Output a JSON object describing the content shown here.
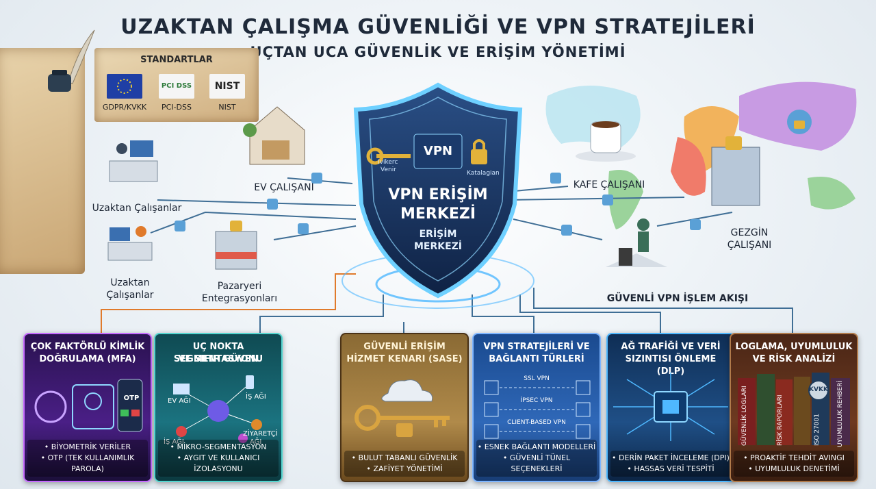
{
  "header": {
    "title": "UZAKTAN ÇALIŞMA GÜVENLİĞİ VE VPN STRATEJİLERİ",
    "subtitle": "UÇTAN UCA GÜVENLİK VE ERİŞİM YÖNETİMİ"
  },
  "standards": {
    "title": "STANDARTLAR",
    "items": [
      {
        "label": "GDPR/KVKK"
      },
      {
        "label": "PCI-DSS",
        "logo": "PCI DSS"
      },
      {
        "label": "NIST",
        "logo": "NIST"
      }
    ]
  },
  "hub": {
    "title_line1": "VPN ERİŞİM",
    "title_line2": "MERKEZİ",
    "sub_line1": "ERİŞİM",
    "sub_line2": "MERKEZİ",
    "badge": "VPN",
    "small_left1": "Ivikerc",
    "small_left2": "Venir",
    "small_right": "Katalagian"
  },
  "scenes": {
    "ev": "EV ÇALIŞANI",
    "uzaktan1": "Uzaktan Çalışanlar",
    "uzaktan2_l1": "Uzaktan",
    "uzaktan2_l2": "Çalışanlar",
    "pazaryeri_l1": "Pazaryeri",
    "pazaryeri_l2": "Entegrasyonları",
    "kafe": "KAFE ÇALIŞANI",
    "gezgin_l1": "GEZGİN",
    "gezgin_l2": "ÇALIŞANI",
    "flow": "GÜVENLİ VPN İŞLEM AKIŞI"
  },
  "panels": [
    {
      "title_l1": "ÇOK FAKTÖRLÜ KİMLİK",
      "title_l2": "DOĞRULAMA (MFA)",
      "otp": "OTP",
      "foot_l1": "• BİYOMETRİK VERİLER",
      "foot_l2": "• OTP (TEK KULLANIMLIK PAROLA)",
      "color": "#3a1b6b"
    },
    {
      "title_l1": "UÇ NOKTA SEGMENTASYONU",
      "title_l2": "VE SIFIR GÜVEN",
      "n1": "EV AĞI",
      "n2": "İŞ AĞI",
      "n3": "İŞ AĞI",
      "n4": "ZİYARETÇİ",
      "n5": "AĞI",
      "foot_l1": "• MİKRO-SEGMENTASYON",
      "foot_l2": "• AYGIT VE KULLANICI İZOLASYONU",
      "color": "#14545a"
    },
    {
      "title_l1": "GÜVENLİ ERİŞİM",
      "title_l2": "HİZMET KENARI (SASE)",
      "foot_l1": "• BULUT TABANLI GÜVENLİK",
      "foot_l2": "• ZAFİYET YÖNETİMİ",
      "color": "#6b4a1e"
    },
    {
      "title_l1": "VPN STRATEJİLERİ VE",
      "title_l2": "BAĞLANTI TÜRLERİ",
      "t1": "SSL VPN",
      "t2": "İPSEC VPN",
      "t3": "CLIENT-BASED VPN",
      "foot_l1": "• ESNEK BAĞLANTI MODELLERİ",
      "foot_l2": "• GÜVENLİ TÜNEL SEÇENEKLERİ",
      "color": "#1d4f94"
    },
    {
      "title_l1": "AĞ TRAFİĞİ VE VERİ",
      "title_l2": "SIZINTISI ÖNLEME (DLP)",
      "foot_l1": "• DERİN PAKET İNCELEME (DPI)",
      "foot_l2": "• HASSAS VERİ TESPİTİ",
      "color": "#163b63"
    },
    {
      "title_l1": "LOGLAMA, UYUMLULUK",
      "title_l2": "VE RİSK ANALİZİ",
      "b1": "GÜVENLİK LOGLARI",
      "b2": "RİSK RAPORLARI",
      "b3": "ISO 27001",
      "b4": "UYUMLULUK REHBERİ",
      "kvkk": "KVKK",
      "foot_l1": "• PROAKTİF TEHDİT AVINGI",
      "foot_l2": "• UYUMLULUK DENETİMİ",
      "color": "#5a2e1a"
    }
  ]
}
